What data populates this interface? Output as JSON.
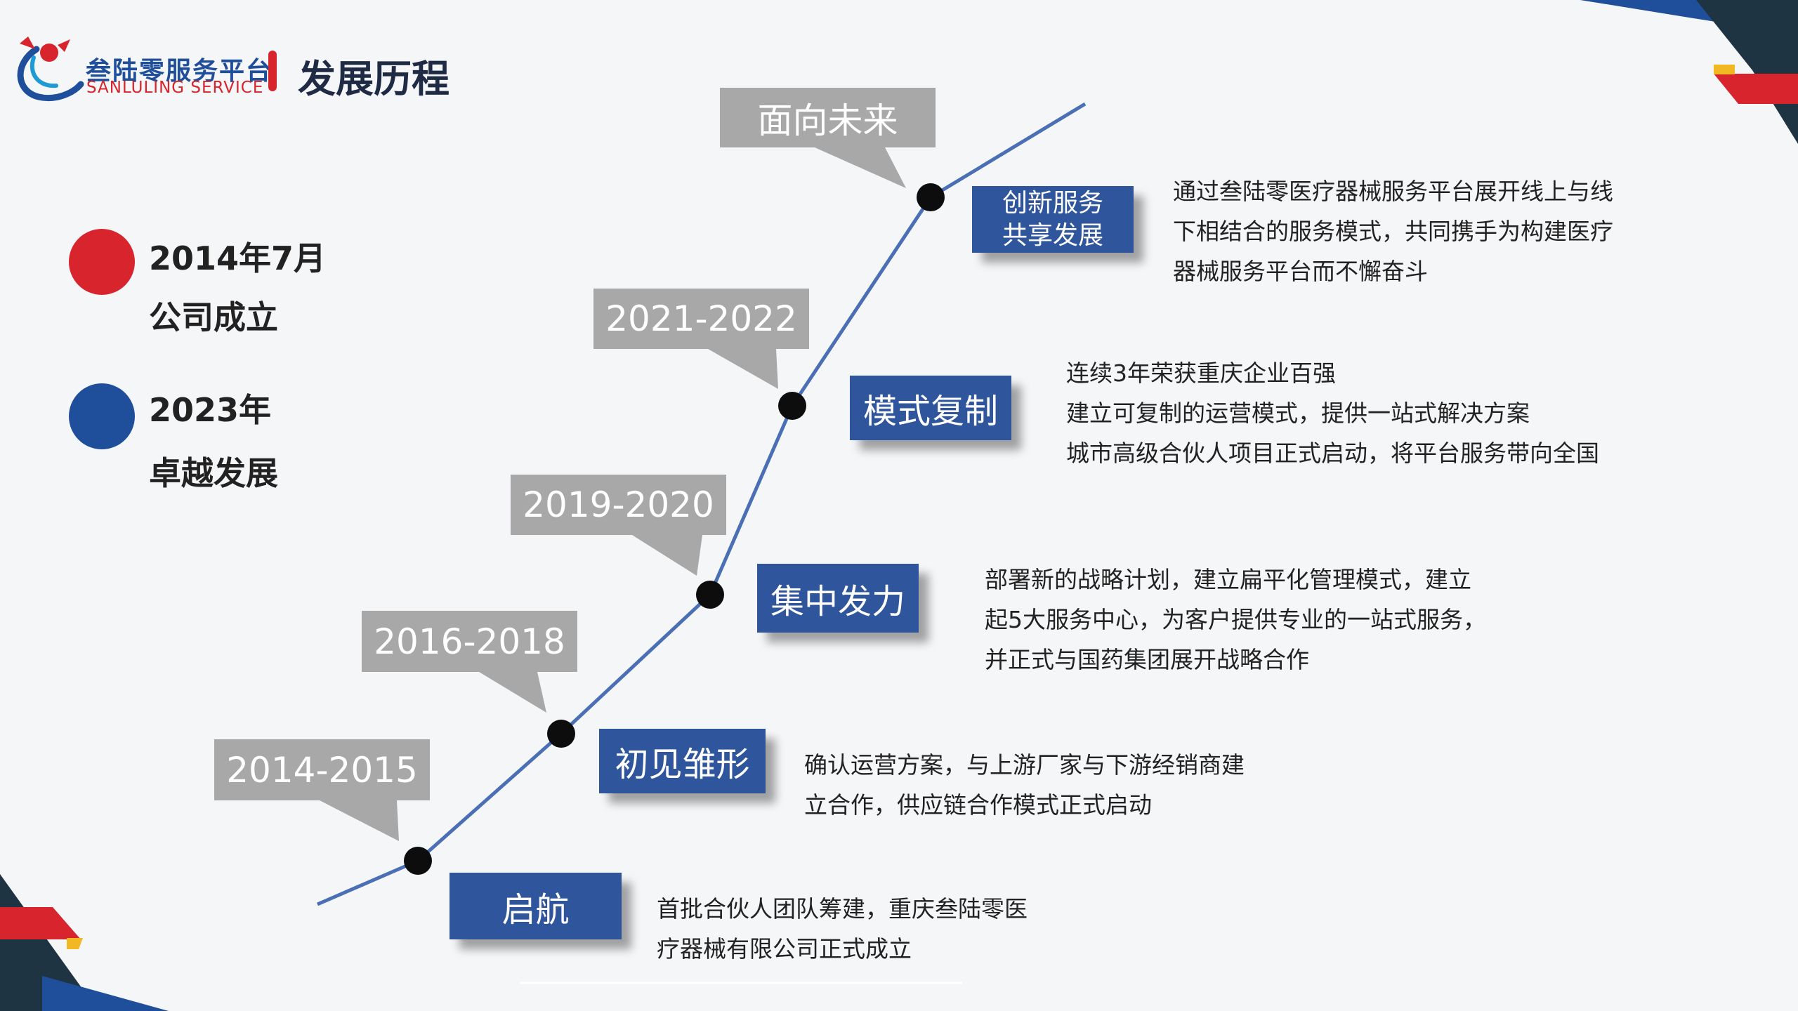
{
  "header": {
    "brand_cn": "叁陆零服务平台",
    "brand_en": "SANLULING SERVICE",
    "page_title": "发展历程",
    "brand_colors": {
      "blue": "#1f4e9a",
      "red": "#d8242d"
    }
  },
  "side_facts": [
    {
      "icon": "pencil-icon",
      "line1": "2014年7月",
      "line2": "公司成立"
    },
    {
      "icon": "bell-icon",
      "line1": "2023年",
      "line2": "卓越发展"
    }
  ],
  "timeline": [
    {
      "period": "2014-2015",
      "stage": "启航",
      "description": [
        "首批合伙人团队筹建，重庆叁陆零医",
        "疗器械有限公司正式成立"
      ]
    },
    {
      "period": "2016-2018",
      "stage": "初见雏形",
      "description": [
        "确认运营方案，与上游厂家与下游经销商建",
        "立合作，供应链合作模式正式启动"
      ]
    },
    {
      "period": "2019-2020",
      "stage": "集中发力",
      "description": [
        "部署新的战略计划，建立扁平化管理模式，建立",
        "起5大服务中心，为客户提供专业的一站式服务，",
        "并正式与国药集团展开战略合作"
      ]
    },
    {
      "period": "2021-2022",
      "stage": "模式复制",
      "description": [
        "连续3年荣获重庆企业百强",
        "建立可复制的运营模式，提供一站式解决方案",
        "城市高级合伙人项目正式启动，将平台服务带向全国"
      ]
    },
    {
      "period": "面向未来",
      "stage_lines": [
        "创新服务",
        "共享发展"
      ],
      "description": [
        "通过叁陆零医疗器械服务平台展开线上与线",
        "下相结合的服务模式，共同携手为构建医疗",
        "器械服务平台而不懈奋斗"
      ]
    }
  ]
}
